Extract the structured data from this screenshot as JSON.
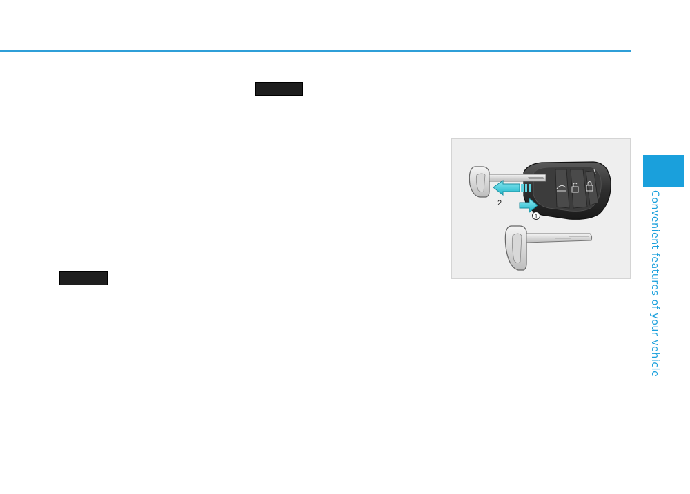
{
  "colors": {
    "accent": "#1aa0dc",
    "rule": "#2f9fd8",
    "redaction": "#1e1e1e",
    "arrow": "#35c7d8"
  },
  "figure": {
    "step_1_label": "1",
    "step_2_label": "2"
  },
  "sidebar": {
    "chapter_title": "Convenient features of your vehicle"
  }
}
